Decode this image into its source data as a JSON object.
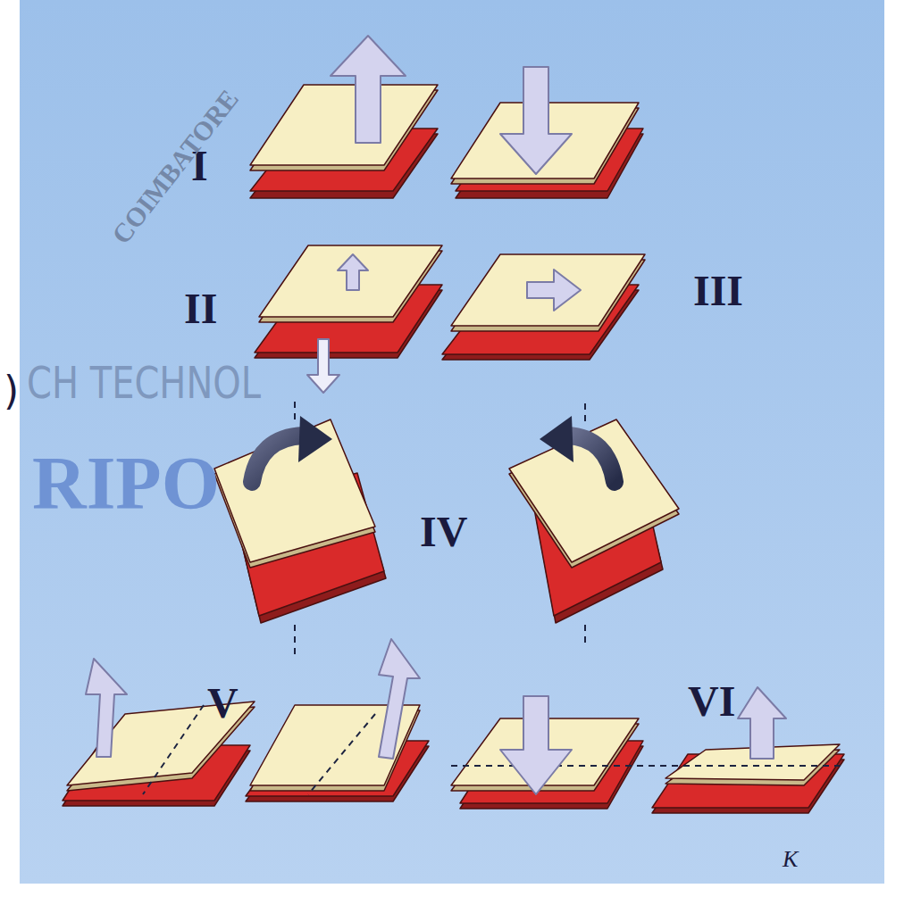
{
  "diagram": {
    "labels": [
      "I",
      "II",
      "III",
      "IV",
      "V",
      "VI",
      "K",
      "COIMBATORE",
      "CH TECHNOL",
      "RIPO",
      ")"
    ]
  }
}
